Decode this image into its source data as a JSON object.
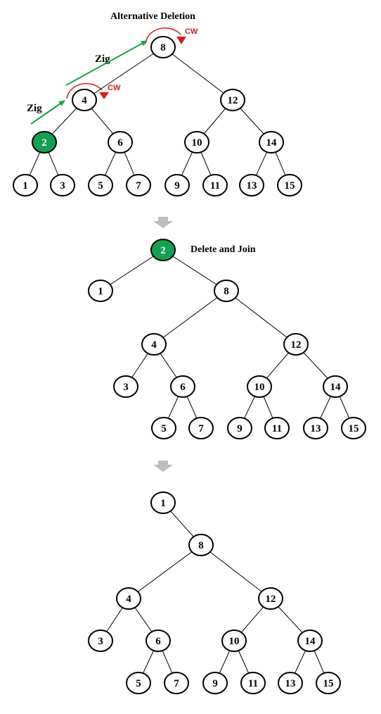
{
  "colors": {
    "highlight": "#12a14f",
    "rotation": "#e01b1b",
    "path_arrow": "#17a34a",
    "down_arrow": "#bdbdbd"
  },
  "diagram1": {
    "title": "Alternative Deletion",
    "zig_labels": [
      "Zig",
      "Zig"
    ],
    "cw_labels": [
      "CW",
      "CW"
    ],
    "nodes": [
      "8",
      "4",
      "12",
      "2",
      "6",
      "10",
      "14",
      "1",
      "3",
      "5",
      "7",
      "9",
      "11",
      "13",
      "15"
    ],
    "highlighted": "2"
  },
  "diagram2": {
    "caption": "Delete and Join",
    "nodes": [
      "2",
      "1",
      "8",
      "4",
      "12",
      "3",
      "6",
      "10",
      "14",
      "5",
      "7",
      "9",
      "11",
      "13",
      "15"
    ],
    "highlighted": "2"
  },
  "diagram3": {
    "nodes": [
      "1",
      "8",
      "4",
      "12",
      "3",
      "6",
      "10",
      "14",
      "5",
      "7",
      "9",
      "11",
      "13",
      "15"
    ]
  }
}
